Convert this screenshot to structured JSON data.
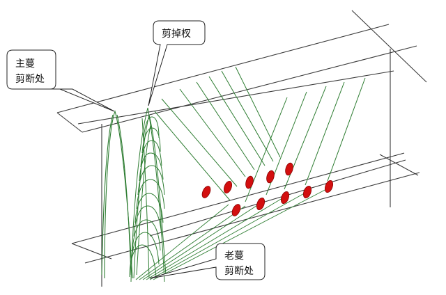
{
  "callouts": {
    "main_vine_cut": {
      "line1": "主蔓",
      "line2": "剪断处"
    },
    "cut_branch": {
      "label": "剪掉杈"
    },
    "old_vine_cut": {
      "line1": "老蔓",
      "line2": "剪断处"
    }
  },
  "colors": {
    "frame": "#3a3a3a",
    "vine": "#2e7d32",
    "fruit": "#d30f0f",
    "fruit_outline": "#8a0000",
    "callout_border": "#222222"
  },
  "icons": [
    "fruit-icon"
  ],
  "fruits": {
    "upper_row_count": 5,
    "lower_row_count": 5
  }
}
